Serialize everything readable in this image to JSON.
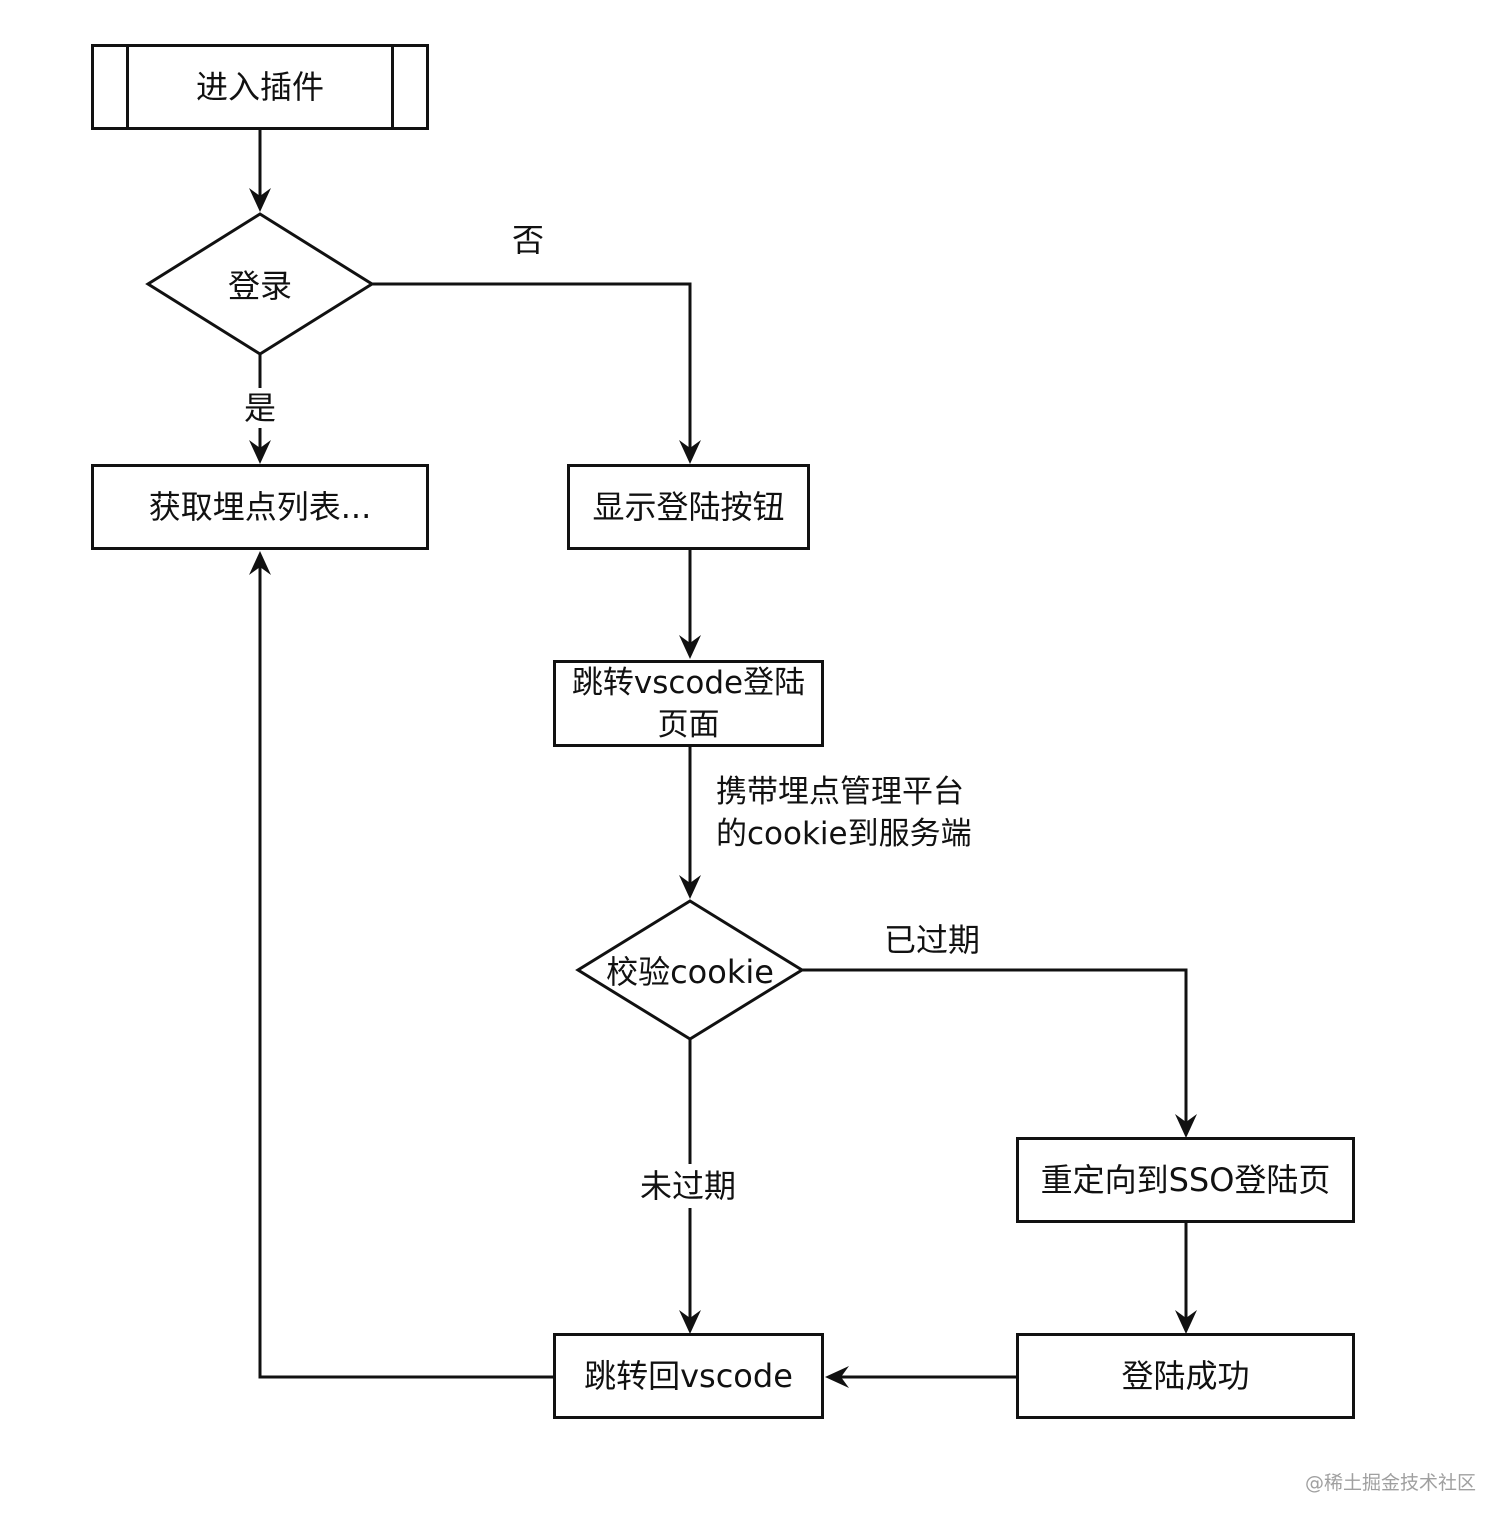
{
  "diagram": {
    "nodes": {
      "enter_plugin": "进入插件",
      "login_check": "登录",
      "get_list": "获取埋点列表...",
      "show_login_button": "显示登陆按钮",
      "jump_vscode_login_line1": "跳转vscode登陆",
      "jump_vscode_login_line2": "页面",
      "verify_cookie": "校验cookie",
      "redirect_sso": "重定向到SSO登陆页",
      "login_success": "登陆成功",
      "jump_back_vscode": "跳转回vscode"
    },
    "edge_labels": {
      "no": "否",
      "yes": "是",
      "carry_cookie_line1": "携带埋点管理平台",
      "carry_cookie_line2": "的cookie到服务端",
      "expired": "已过期",
      "not_expired": "未过期"
    }
  },
  "watermark": "@稀土掘金技术社区"
}
